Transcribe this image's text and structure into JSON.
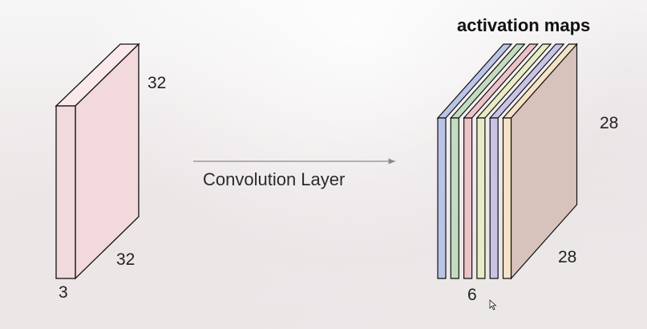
{
  "input_volume": {
    "height_label": "32",
    "width_label": "32",
    "depth_label": "3",
    "face_color": "#f2d9dc",
    "side_color": "#fbe8ea"
  },
  "operation": {
    "label": "Convolution Layer"
  },
  "output": {
    "title": "activation maps",
    "height_label": "28",
    "width_label": "28",
    "depth_label": "6",
    "slice_colors": [
      "#b9c4e6",
      "#c3dcc1",
      "#ecc3c8",
      "#e7ecc4",
      "#c9c3e6",
      "#f6e2c6"
    ],
    "back_face_color": "#d7c3bb"
  },
  "cursor": {
    "icon": "mouse-pointer-icon"
  }
}
